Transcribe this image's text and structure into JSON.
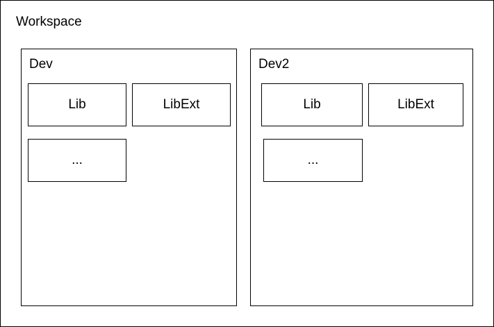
{
  "workspace": {
    "label": "Workspace"
  },
  "groups": [
    {
      "label": "Dev",
      "nodes": [
        "Lib",
        "LibExt",
        "..."
      ]
    },
    {
      "label": "Dev2",
      "nodes": [
        "Lib",
        "LibExt",
        "..."
      ]
    }
  ],
  "colors": {
    "stroke": "#000000",
    "fill": "#ffffff",
    "text": "#000000"
  }
}
